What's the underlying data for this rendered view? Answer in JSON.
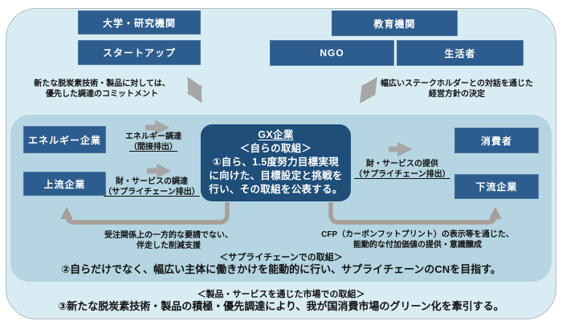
{
  "colors": {
    "outer_bg": "#d8ecf3",
    "band_bg": "#b4d5e1",
    "box_navy": "#2d5d8e",
    "gx_navy": "#1f4e79",
    "arrow_gray": "#a6a6a6",
    "connector_gray": "#a79e98"
  },
  "boxes": {
    "university": "大学・研究機関",
    "startup": "スタートアップ",
    "education": "教育機関",
    "ngo": "NGO",
    "citizen": "生活者",
    "energy": "エネルギー企業",
    "upstream": "上流企業",
    "consumer": "消費者",
    "downstream": "下流企業"
  },
  "gx_box": {
    "title": "GX企業",
    "subtitle": "＜自らの取組＞",
    "body": {
      "0": "①自ら、1.5度努力目標実現",
      "1": "に向けた、目標設定と挑戦を",
      "2": "行い、その取組を公表する。"
    }
  },
  "annotations": {
    "procurement_commitment": {
      "line1": "新たな脱炭素技術・製品に対しては、",
      "line2": "優先した調達のコミットメント"
    },
    "stakeholder_dialogue": {
      "line1": "幅広いステークホルダーとの対話を通じた",
      "line2": "経営方針の決定"
    },
    "energy_procurement": {
      "line1": "エネルギー調達",
      "line2": "（間接排出）"
    },
    "goods_procurement": {
      "line1": "財・サービスの調達",
      "line2": "（サプライチェーン排出）"
    },
    "goods_provision": {
      "line1": "財・サービスの提供",
      "line2": "（サプライチェーン排出）"
    },
    "reduction_support": {
      "line1": "受注関係上の一方的な要請でない、",
      "line2": "伴走した削減支援"
    },
    "cfp": {
      "line1": "CFP（カーボンフットプリント）の表示等を通じた、",
      "line2": "能動的な付加価値の提供・意識醸成"
    }
  },
  "statements": {
    "supplychain_header": "＜サプライチェーンでの取組＞",
    "supplychain_body": "②自らだけでなく、幅広い主体に働きかけを能動的に行い、サプライチェーンのCNを目指す。",
    "market_header": "＜製品・サービスを通じた市場での取組＞",
    "market_body": "③新たな脱炭素技術・製品の積極・優先調達により、我が国消費市場のグリーン化を牽引する。"
  }
}
